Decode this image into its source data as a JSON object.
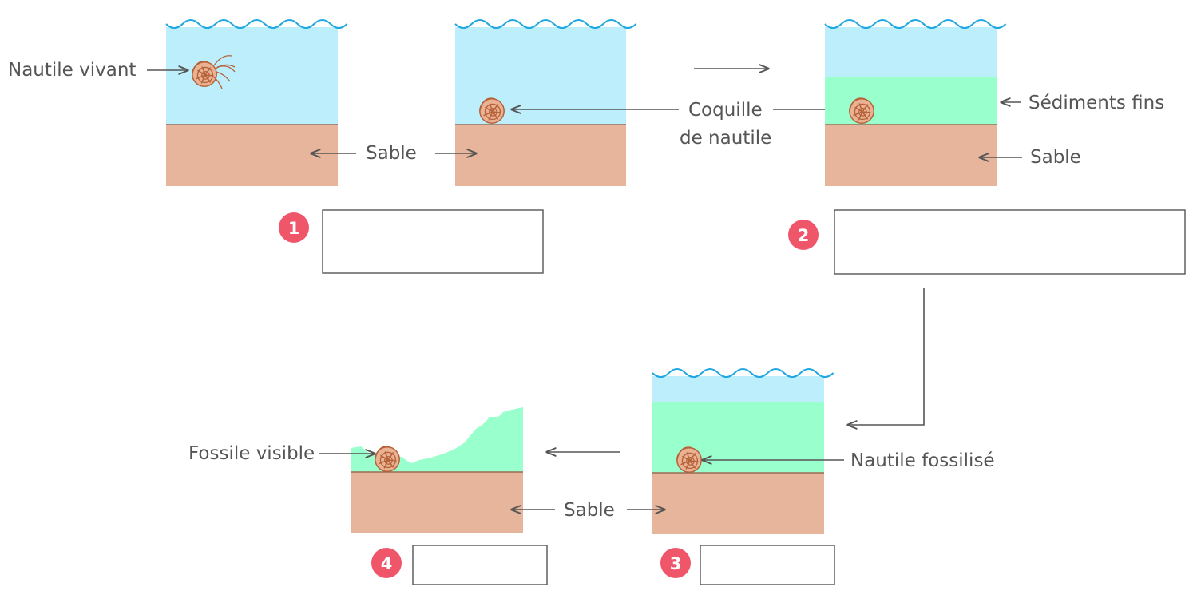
{
  "labels": {
    "nautile_vivant": "Nautile vivant",
    "sable_1": "Sable",
    "coquille_line1": "Coquille",
    "coquille_line2": "de nautile",
    "sediments_fins": "Sédiments fins",
    "sable_2": "Sable",
    "fossile_visible": "Fossile visible",
    "nautile_fossilise": "Nautile fossilisé",
    "sable_3": "Sable"
  },
  "steps": [
    "1",
    "2",
    "3",
    "4"
  ],
  "colors": {
    "water": "#bdeefc",
    "wave": "#1ea7e0",
    "sand": "#e6b59b",
    "sand_line": "#9a6a52",
    "sediment": "#99ffcc",
    "shell_fill": "#eab293",
    "shell_line": "#b5623a",
    "badge": "#f0566a",
    "arrow": "#555555"
  }
}
